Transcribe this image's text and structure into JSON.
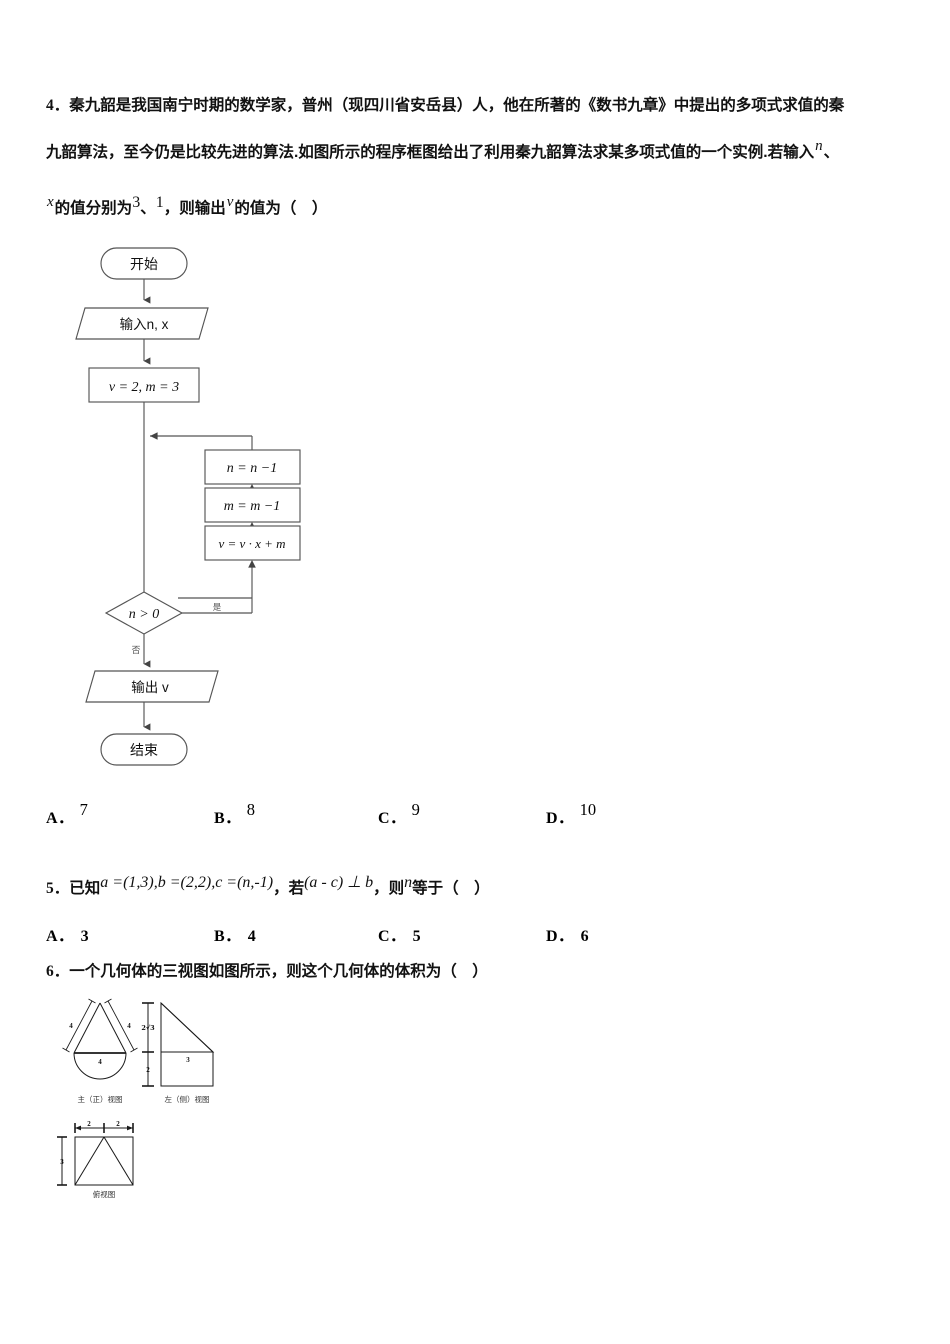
{
  "document": {
    "type": "math-exam-paper",
    "language": "zh-CN",
    "page_background": "#ffffff"
  },
  "questions": [
    {
      "number": "4．",
      "line1": "秦九韶是我国南宁时期的数学家，普州（现四川省安岳县）人，他在所著的《数书九章》中提出的多项式求值的秦",
      "line2_a": "九韶算法，至今仍是比较先进的算法.如图所示的程序框图给出了利用秦九韶算法求某多项式值的一个实例.若输入",
      "line2_sup": "n",
      "line2_b": "、",
      "line3_sup1": "x",
      "line3_a": "的值分别为",
      "line3_sup2": "3",
      "line3_b": "、",
      "line3_sup3": "1",
      "line3_c": "，则输出",
      "line3_sup4": "v",
      "line3_d": "的值为（　）",
      "options": [
        {
          "label": "A．",
          "value": "7"
        },
        {
          "label": "B．",
          "value": "8"
        },
        {
          "label": "C．",
          "value": "9"
        },
        {
          "label": "D．",
          "value": "10"
        }
      ]
    },
    {
      "number": "5．",
      "text_a": "已知",
      "expr1": "a =(1,3),b =(2,2),c =(n,-1)",
      "text_b": "，若",
      "expr2": "(a - c) ⊥ b",
      "text_c": "，则",
      "expr3": "n",
      "text_d": "等于（　）",
      "options": [
        {
          "label": "A．",
          "value": "3"
        },
        {
          "label": "B．",
          "value": "4"
        },
        {
          "label": "C．",
          "value": "5"
        },
        {
          "label": "D．",
          "value": "6"
        }
      ]
    },
    {
      "number": "6．",
      "text": "一个几何体的三视图如图所示，则这个几何体的体积为（　）"
    }
  ],
  "flowchart": {
    "nodes": {
      "start": "开始",
      "input": "输入n, x",
      "init": "v = 2, m = 3",
      "decr_n": "n = n −1",
      "decr_m": "m = m −1",
      "update_v": "v = v · x + m",
      "condition": "n > 0",
      "output": "输出 v",
      "end": "结束"
    },
    "edge_labels": {
      "yes": "是",
      "no": "否"
    },
    "stroke_color": "#555555"
  },
  "three_view": {
    "front": {
      "caption": "主（正）视图",
      "labels": {
        "left_side": "4",
        "right_side": "4",
        "base": "4"
      }
    },
    "side": {
      "caption": "左（侧）视图",
      "labels": {
        "upper_height": "2√3",
        "lower_height": "2",
        "width": "3"
      }
    },
    "top": {
      "caption": "俯视图",
      "labels": {
        "left_half": "2",
        "right_half": "2",
        "height": "3"
      }
    }
  }
}
